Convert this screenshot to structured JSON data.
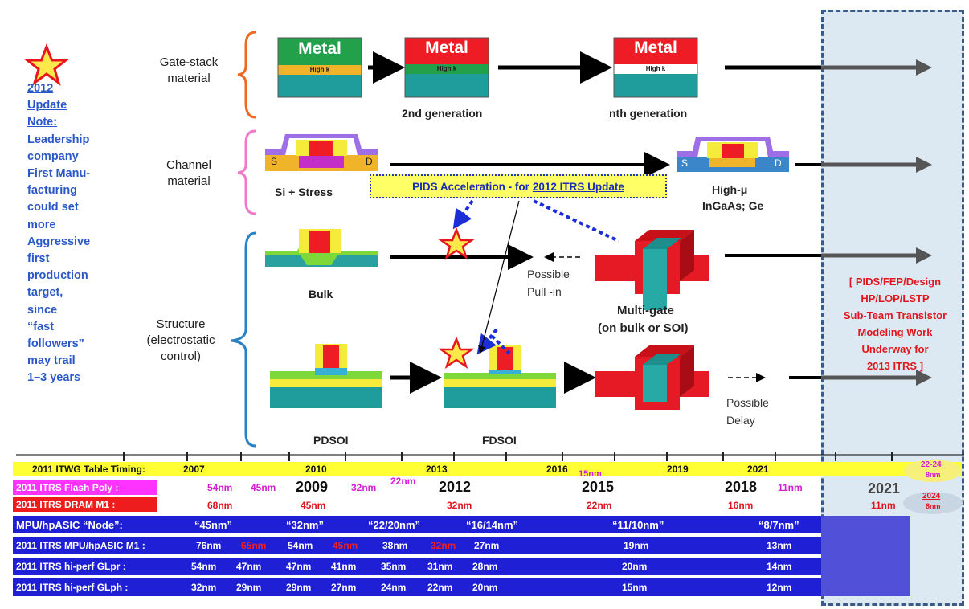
{
  "note": {
    "lines_underlined": [
      "2012",
      "Update",
      "Note:"
    ],
    "lines": [
      "Leadership",
      "company",
      "First Manu-",
      "facturing",
      "could set",
      "more",
      "Aggressive",
      "first",
      "production",
      "target,",
      "since",
      "“fast",
      "followers”",
      "may trail",
      "1–3 years"
    ],
    "color": "#2a58c8"
  },
  "rows": {
    "gate_stack": "Gate-stack\nmaterial",
    "channel": "Channel\nmaterial",
    "structure": "Structure\n(electrostatic\ncontrol)"
  },
  "gate": {
    "metal": "Metal",
    "high_k": "High k",
    "gen2": "2nd generation",
    "genn": "nth generation"
  },
  "channel": {
    "si_stress": "Si + Stress",
    "s": "S",
    "d": "D",
    "high_mu_1": "High-μ",
    "high_mu_2": "InGaAs; Ge"
  },
  "pids": {
    "prefix": "PIDS Acceleration  - for",
    "underlined": "2012 ITRS Update"
  },
  "structure": {
    "bulk": "Bulk",
    "possible_pullin_1": "Possible",
    "possible_pullin_2": "Pull -in",
    "multigate_1": "Multi-gate",
    "multigate_2": "(on bulk or SOI)",
    "pdsoi": "PDSOI",
    "fdsoi": "FDSOI",
    "possible_delay_1": "Possible",
    "possible_delay_2": "Delay"
  },
  "red_note": [
    "[ PIDS/FEP/Design",
    "HP/LOP/LSTP",
    "Sub-Team Transistor",
    "Modeling Work",
    "Underway for",
    "2013 ITRS ]"
  ],
  "timeline": {
    "itwg_label": "2011 ITWG Table Timing:",
    "itwg_years": [
      "2007",
      "2010",
      "2013",
      "2016",
      "2019",
      "2021"
    ],
    "itwg_15nm": "15nm",
    "bubble1_top": "22-24",
    "bubble1_bot": "8nm",
    "flash_label": "2011 ITRS Flash Poly :",
    "flash_vals": [
      "54nm",
      "45nm",
      "32nm",
      "22nm",
      "11nm"
    ],
    "big_years": [
      "2009",
      "2012",
      "2015",
      "2018"
    ],
    "year_2021": "2021",
    "dram_label": "2011 ITRS DRAM M1 :",
    "dram_vals": [
      "68nm",
      "45nm",
      "32nm",
      "22nm",
      "16nm",
      "11nm"
    ],
    "bubble2_top": "2024",
    "bubble2_bot": "8nm",
    "mpu_node_label": "MPU/hpASIC “Node”:",
    "mpu_node_vals": [
      "“45nm”",
      "“32nm”",
      "“22/20nm”",
      "“16/14nm”",
      "“11/10nm”",
      "“8/7nm”"
    ],
    "m1_label": "2011 ITRS MPU/hpASIC M1 :",
    "m1_vals": [
      "76nm",
      "65nm",
      "54nm",
      "45nm",
      "38nm",
      "32nm",
      "27nm",
      "19nm",
      "13nm"
    ],
    "glpr_label": "2011 ITRS hi-perf GLpr :",
    "glpr_vals": [
      "54nm",
      "47nm",
      "47nm",
      "41nm",
      "35nm",
      "31nm",
      "28nm",
      "20nm",
      "14nm"
    ],
    "glph_label": "2011  ITRS hi-perf GLph :",
    "glph_vals": [
      "32nm",
      "29nm",
      "29nm",
      "27nm",
      "24nm",
      "22nm",
      "20nm",
      "15nm",
      "12nm"
    ]
  },
  "colors": {
    "itwg_band": "#ffff33",
    "flash_band": "#ff33ff",
    "dram_band": "#ee1c1c",
    "blue_band": "#1f1fd6",
    "red_text": "#e0161e",
    "magenta_text": "#d61cd6",
    "future_region": "#dde9f2"
  }
}
